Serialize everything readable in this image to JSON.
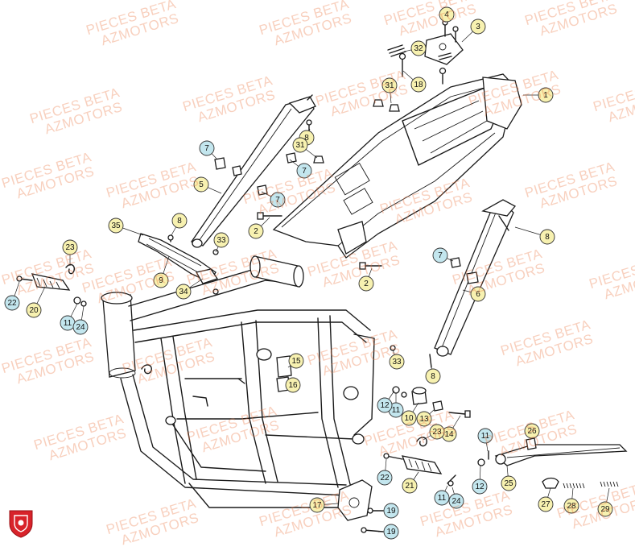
{
  "watermark": {
    "line1": "PIECES BETA",
    "line2": "AZMOTORS"
  },
  "colors": {
    "callout_yellow": "#f7f1b0",
    "callout_blue": "#c3e6ee",
    "watermark": "#ec7846",
    "logo_red": "#d8232a"
  },
  "logo_icon": "azmotors-shield-logo",
  "callouts": [
    {
      "label": "1",
      "color": "yellow"
    },
    {
      "label": "2",
      "color": "yellow"
    },
    {
      "label": "2",
      "color": "yellow"
    },
    {
      "label": "3",
      "color": "yellow"
    },
    {
      "label": "4",
      "color": "yellow"
    },
    {
      "label": "5",
      "color": "yellow"
    },
    {
      "label": "6",
      "color": "yellow"
    },
    {
      "label": "7",
      "color": "blue"
    },
    {
      "label": "7",
      "color": "blue"
    },
    {
      "label": "7",
      "color": "blue"
    },
    {
      "label": "7",
      "color": "blue"
    },
    {
      "label": "8",
      "color": "yellow"
    },
    {
      "label": "8",
      "color": "yellow"
    },
    {
      "label": "8",
      "color": "yellow"
    },
    {
      "label": "8",
      "color": "yellow"
    },
    {
      "label": "9",
      "color": "yellow"
    },
    {
      "label": "10",
      "color": "yellow"
    },
    {
      "label": "11",
      "color": "blue"
    },
    {
      "label": "11",
      "color": "blue"
    },
    {
      "label": "11",
      "color": "blue"
    },
    {
      "label": "11",
      "color": "blue"
    },
    {
      "label": "12",
      "color": "blue"
    },
    {
      "label": "12",
      "color": "blue"
    },
    {
      "label": "13",
      "color": "yellow"
    },
    {
      "label": "14",
      "color": "yellow"
    },
    {
      "label": "15",
      "color": "yellow"
    },
    {
      "label": "16",
      "color": "yellow"
    },
    {
      "label": "17",
      "color": "yellow"
    },
    {
      "label": "18",
      "color": "yellow"
    },
    {
      "label": "19",
      "color": "blue"
    },
    {
      "label": "19",
      "color": "blue"
    },
    {
      "label": "20",
      "color": "yellow"
    },
    {
      "label": "21",
      "color": "yellow"
    },
    {
      "label": "22",
      "color": "blue"
    },
    {
      "label": "22",
      "color": "blue"
    },
    {
      "label": "23",
      "color": "yellow"
    },
    {
      "label": "23",
      "color": "yellow"
    },
    {
      "label": "24",
      "color": "blue"
    },
    {
      "label": "24",
      "color": "blue"
    },
    {
      "label": "25",
      "color": "yellow"
    },
    {
      "label": "26",
      "color": "yellow"
    },
    {
      "label": "27",
      "color": "yellow"
    },
    {
      "label": "28",
      "color": "yellow"
    },
    {
      "label": "29",
      "color": "yellow"
    },
    {
      "label": "31",
      "color": "yellow"
    },
    {
      "label": "31",
      "color": "yellow"
    },
    {
      "label": "32",
      "color": "yellow"
    },
    {
      "label": "33",
      "color": "yellow"
    },
    {
      "label": "33",
      "color": "yellow"
    },
    {
      "label": "34",
      "color": "yellow"
    },
    {
      "label": "35",
      "color": "yellow"
    }
  ]
}
